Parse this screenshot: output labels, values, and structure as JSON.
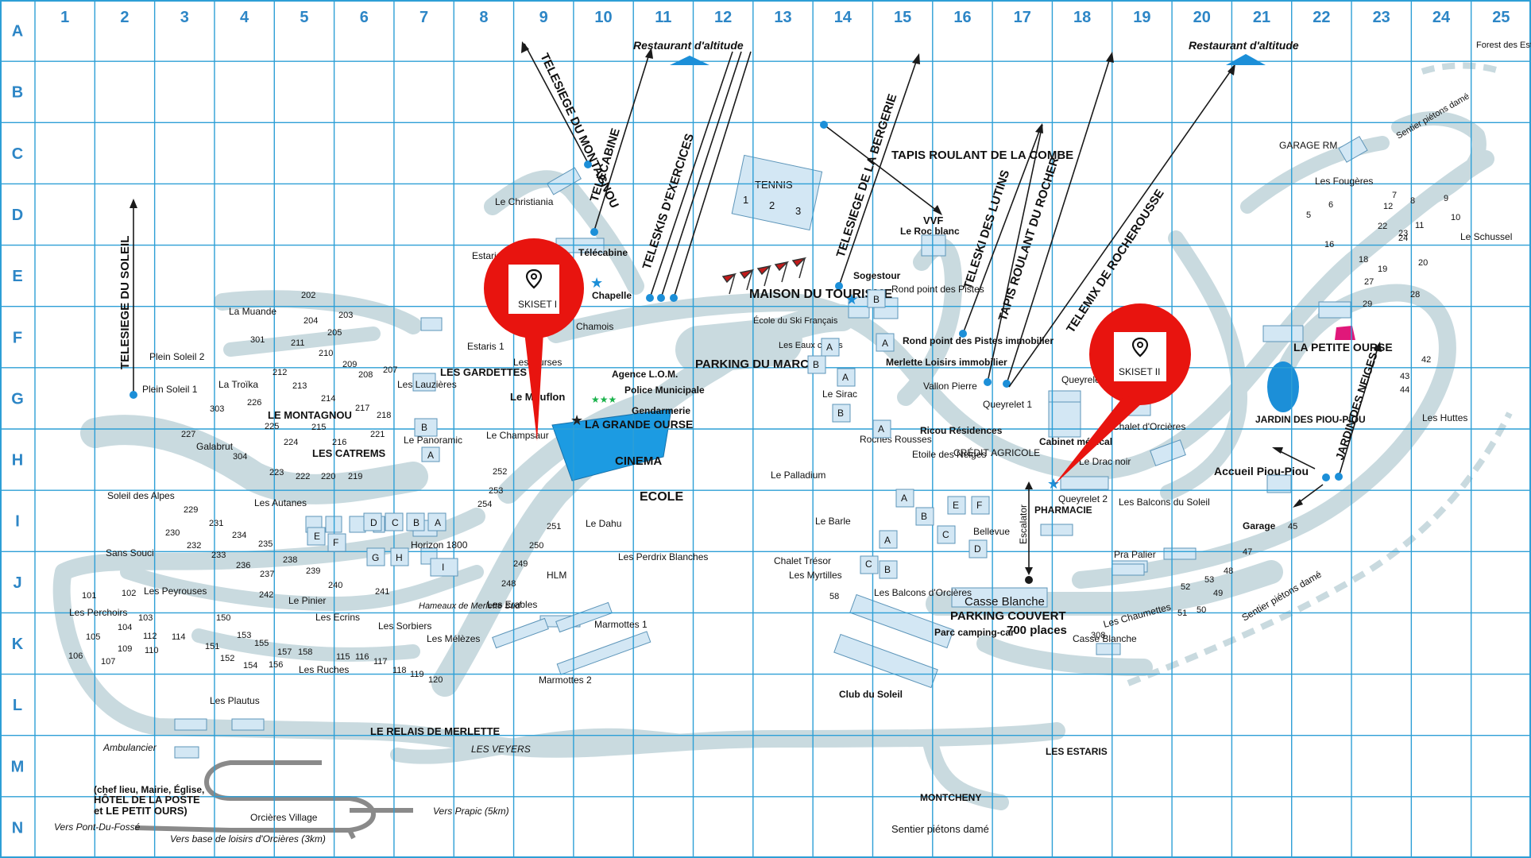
{
  "grid": {
    "columns": [
      "1",
      "2",
      "3",
      "4",
      "5",
      "6",
      "7",
      "8",
      "9",
      "10",
      "11",
      "12",
      "13",
      "14",
      "15",
      "16",
      "17",
      "18",
      "19",
      "20",
      "21",
      "22",
      "23",
      "24",
      "25"
    ],
    "rows": [
      "A",
      "B",
      "C",
      "D",
      "E",
      "F",
      "G",
      "H",
      "I",
      "J",
      "K",
      "L",
      "M",
      "N"
    ]
  },
  "colors": {
    "grid": "#2d9fd6",
    "road": "#c9dadf",
    "building": "#d3e7f4",
    "building_stroke": "#5d95b9",
    "water": "#1c8fd8",
    "marker": "#e8140f",
    "accent_magenta": "#e0187a"
  },
  "markers": [
    {
      "label": "SKISET I",
      "icon": "location-pin-icon"
    },
    {
      "label": "SKISET II",
      "icon": "location-pin-icon"
    }
  ],
  "lifts": {
    "telesiege_soleil": "TELESIEGE DU SOLEIL",
    "telesiege_montagnou": "TELESIEGE DU MONTAGNOU",
    "telecabine": "TELECABINE",
    "teleskis_exercices": "TELESKIS D'EXERCICES",
    "telesiege_bergerie": "TELESIEGE DE LA BERGERIE",
    "tapis_combe": "TAPIS ROULANT DE LA COMBE",
    "teleski_lutins": "TELESKI DES LUTINS",
    "tapis_rocher": "TAPIS ROULANT DU ROCHER",
    "telemix_rocherousse": "TELEMIX DE ROCHEROUSSE",
    "jardin_neiges": "JARDIN DES NEIGES"
  },
  "places": {
    "restaurant1": "Restaurant d'altitude",
    "restaurant2": "Restaurant d'altitude",
    "forest_estaris": "Forest des Estaris",
    "sentier_dame_top": "Sentier piétons damé",
    "garage_rm": "GARAGE RM",
    "les_fougeres": "Les Fougères",
    "le_schussel": "Le Schussel",
    "le_christiania": "Le Christiania",
    "tennis": "TENNIS",
    "vvf": "VVF",
    "roc_blanc": "Le Roc blanc",
    "estaris": "Estaris",
    "telecabine_station": "Télécabine",
    "chapelle": "Chapelle",
    "sogestour": "Sogestour",
    "rond_point": "Rond point des Pistes",
    "maison_tourisme": "MAISON DU TOURISME",
    "ecole_ski": "École du Ski Français",
    "rond_point_immobilier": "Rond point des Pistes immobilier",
    "merlette_loisirs": "Merlette Loisirs immobilier",
    "la_muande": "La Muande",
    "plein_soleil2": "Plein Soleil 2",
    "plein_soleil1": "Plein Soleil 1",
    "la_troika": "La Troïka",
    "le_montagnou": "LE MONTAGNOU",
    "les_catrems": "LES CATREMS",
    "galabrut": "Galabrut",
    "les_lauzieres": "Les Lauzières",
    "les_gardettes": "LES GARDETTES",
    "estaris1": "Estaris 1",
    "les_ourses": "Les Ourses",
    "chamois": "Chamois",
    "le_mouflon": "Le Mouflon",
    "agence_lom": "Agence L.O.M.",
    "police": "Police Municipale",
    "gendarmerie": "Gendarmerie",
    "la_grande_ourse": "LA GRANDE OURSE",
    "cinema": "CINEMA",
    "parking_marche": "PARKING DU MARCHÉ",
    "le_panoramic": "Le Panoramic",
    "le_champsaur": "Le Champsaur",
    "les_eaux_claires": "Les Eaux claires",
    "le_sirac": "Le Sirac",
    "vallon_pierre": "Vallon Pierre",
    "ricou_residences": "Ricou Résidences",
    "credit_agricole": "CRÉDIT AGRICOLE",
    "roches_rousses": "Roches Rousses",
    "etoile_neiges": "Etoile des Neiges",
    "queyrelet3": "Queyrelet 3",
    "queyrelet1": "Queyrelet 1",
    "cabinet_medical": "Cabinet médical",
    "le_drac_noir": "Le Drac noir",
    "chalet_orcieres": "Chalet d'Orcières",
    "la_petite_ourse": "LA PETITE OURSE",
    "jardin_piou": "JARDIN DES PIOU-PIOU",
    "accueil_piou": "Accueil Piou-Piou",
    "les_huttes": "Les Huttes",
    "soleil_alpes": "Soleil des Alpes",
    "les_autanes": "Les Autanes",
    "horizon": "Horizon 1800",
    "ecole": "ECOLE",
    "le_dahu": "Le Dahu",
    "le_palladium": "Le Palladium",
    "le_barle": "Le Barle",
    "belledue": "Bellevue",
    "queyrelet2": "Queyrelet 2",
    "pharmacie": "PHARMACIE",
    "les_balcons_soleil": "Les Balcons du Soleil",
    "escalator": "Escalator",
    "garage": "Garage",
    "sans_souci": "Sans Souci",
    "les_perdrix": "Les Perdrix Blanches",
    "hlm": "HLM",
    "chalet_tresor": "Chalet Trésor",
    "les_myrtilles": "Les Myrtilles",
    "pra_palier": "Pra Palier",
    "les_peyrouses": "Les Peyrouses",
    "le_pinier": "Le Pinier",
    "hameaux_merlette": "Hameaux de Merlette Sud",
    "les_erables": "Les Erables",
    "les_perchoirs": "Les Perchoirs",
    "les_ecrins": "Les Ecrins",
    "les_sorbiers": "Les Sorbiers",
    "les_melezes": "Les Mélèzes",
    "marmottes1": "Marmottes 1",
    "les_balcons_orcieres": "Les Balcons d'Orcières",
    "casse_blanche": "Casse Blanche",
    "parking_couvert": "PARKING COUVERT",
    "places_700": "700 places",
    "parc_camping": "Parc camping-car",
    "les_chaumettes": "Les Chaumettes",
    "casse_blanche_small": "Casse Blanche",
    "sentier_dame_right": "Sentier piétons damé",
    "les_ruches": "Les Ruches",
    "marmottes2": "Marmottes 2",
    "les_plautus": "Les Plautus",
    "club_soleil": "Club du Soleil",
    "ambulancier": "Ambulancier",
    "relais_merlette": "LE RELAIS DE MERLETTE",
    "les_veyers": "LES VEYERS",
    "les_estaris": "LES ESTARIS",
    "chef_lieu": "(chef lieu, Mairie, Église,",
    "hotel_poste": "HÔTEL DE LA POSTE",
    "petit_ours": "et LE PETIT OURS)",
    "orcieres_village": "Orcières Village",
    "vers_prapic": "Vers Prapic (5km)",
    "vers_pont": "Vers Pont-Du-Fossé",
    "vers_base": "Vers base de loisirs d'Orcières (3km)",
    "montcheny": "MONTCHENY",
    "sentier_dame_bottom": "Sentier piétons damé"
  },
  "numbers": [
    "202",
    "203",
    "204",
    "205",
    "301",
    "211",
    "210",
    "209",
    "208",
    "207",
    "212",
    "213",
    "214",
    "217",
    "218",
    "226",
    "303",
    "225",
    "215",
    "216",
    "221",
    "227",
    "224",
    "304",
    "223",
    "222",
    "220",
    "219",
    "229",
    "231",
    "230",
    "232",
    "234",
    "233",
    "235",
    "236",
    "238",
    "237",
    "239",
    "240",
    "241",
    "242",
    "101",
    "102",
    "103",
    "104",
    "112",
    "114",
    "105",
    "109",
    "110",
    "106",
    "107",
    "150",
    "151",
    "153",
    "152",
    "154",
    "155",
    "156",
    "157",
    "158",
    "115",
    "116",
    "117",
    "118",
    "119",
    "120",
    "252",
    "253",
    "254",
    "251",
    "250",
    "249",
    "248",
    "58",
    "308",
    "45",
    "47",
    "48",
    "49",
    "50",
    "51",
    "52",
    "53",
    "42",
    "43",
    "44",
    "28",
    "29",
    "27",
    "19",
    "20",
    "18",
    "22",
    "23",
    "24",
    "11",
    "12",
    "10",
    "7",
    "8",
    "9",
    "5",
    "6",
    "16"
  ],
  "building_letters": [
    "A",
    "B",
    "C",
    "D",
    "E",
    "F",
    "G",
    "H",
    "I",
    "1",
    "2",
    "3"
  ]
}
